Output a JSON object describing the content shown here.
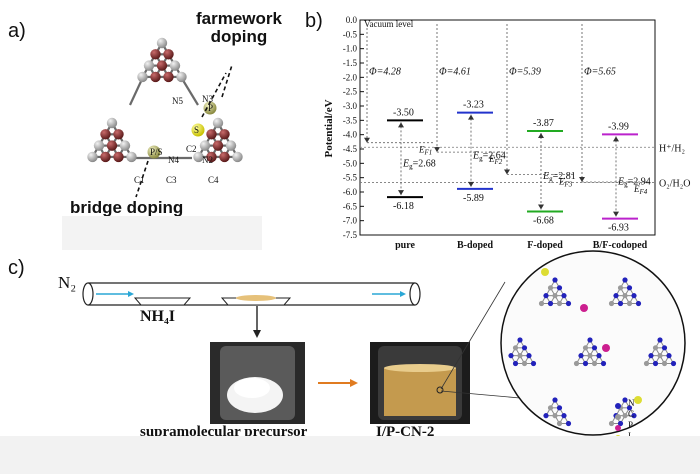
{
  "panels": {
    "a": "a)",
    "b": "b)",
    "c": "c)"
  },
  "panel_a": {
    "farmework_label_1": "farmework",
    "farmework_label_2": "doping",
    "bridge_label": "bridge doping",
    "atoms": {
      "n5": "N5",
      "n3": "N3",
      "p_top": "P",
      "s": "S",
      "p5": "P/S",
      "n4": "N4",
      "n2": "N2",
      "c2": "C2",
      "c3": "C3",
      "c4": "C4",
      "c1": "C1"
    }
  },
  "chart_data": {
    "type": "energy-level diagram",
    "ylabel": "Potential/eV",
    "ylim": [
      -7.5,
      0.0
    ],
    "yticks": [
      "0.0",
      "-0.5",
      "-1.0",
      "-1.5",
      "-2.0",
      "-2.5",
      "-3.0",
      "-3.5",
      "-4.0",
      "-4.5",
      "-5.0",
      "-5.5",
      "-6.0",
      "-6.5",
      "-7.0",
      "-7.5"
    ],
    "vacuum_label": "Vacuum level",
    "right_labels": [
      "H⁺/H₂",
      "O₂/H₂O"
    ],
    "right_levels": [
      -4.44,
      -5.67
    ],
    "series": [
      {
        "name": "pure",
        "cb": -3.5,
        "vb": -6.18,
        "cb_label": "-3.50",
        "vb_label": "-6.18",
        "phi": "Φ=4.28",
        "eg": "2.68",
        "ef": "F1",
        "ef_level": -4.28,
        "color": "#000000"
      },
      {
        "name": "B-doped",
        "cb": -3.23,
        "vb": -5.89,
        "cb_label": "-3.23",
        "vb_label": "-5.89",
        "phi": "Φ=4.61",
        "eg": "2.64",
        "ef": "F2",
        "ef_level": -4.61,
        "color": "#2233cc"
      },
      {
        "name": "F-doped",
        "cb": -3.87,
        "vb": -6.68,
        "cb_label": "-3.87",
        "vb_label": "-6.68",
        "phi": "Φ=5.39",
        "eg": "2.81",
        "ef": "F3",
        "ef_level": -5.39,
        "color": "#22aa22"
      },
      {
        "name": "B/F-codoped",
        "cb": -3.99,
        "vb": -6.93,
        "cb_label": "-3.99",
        "vb_label": "-6.93",
        "phi": "Φ=5.65",
        "eg": "2.94",
        "ef": "F4",
        "ef_level": -5.65,
        "color": "#bb22cc"
      }
    ]
  },
  "panel_c": {
    "gas": "N₂",
    "reagent": "NH₄I",
    "precursor": "supramolecular precursor",
    "product": "I/P-CN-2",
    "legend": [
      "N",
      "C",
      "P",
      "I"
    ]
  },
  "colors": {
    "carbon": "#b5b5b5",
    "nitrogen_a": "#8b2c2c",
    "arrow": "#e07b20",
    "tube_arrow": "#2aa7d6",
    "nitrogen_c": "#2222bb"
  }
}
